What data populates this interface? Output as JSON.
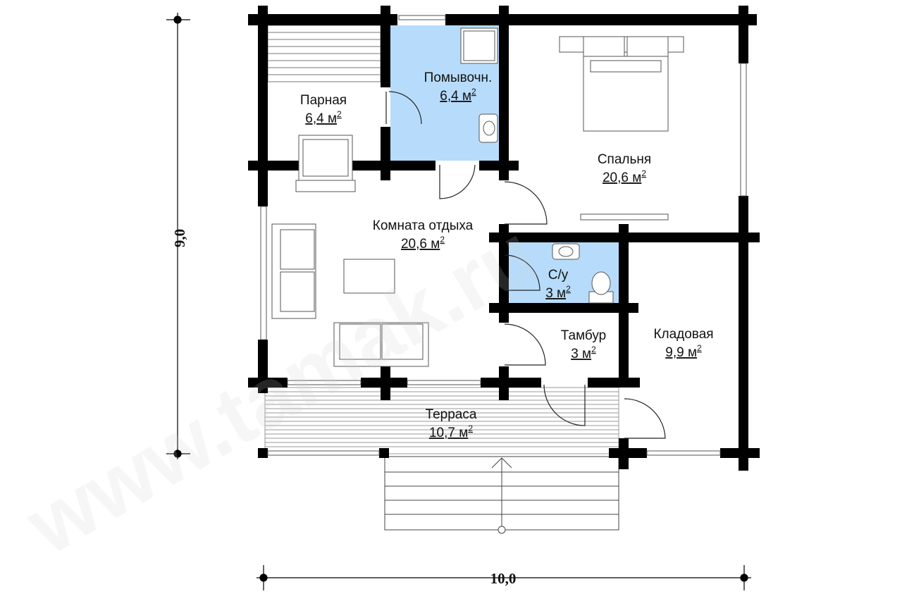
{
  "plan": {
    "dimensions": {
      "height_label": "9,0",
      "width_label": "10,0"
    },
    "rooms": [
      {
        "key": "parnaya",
        "name": "Парная",
        "area": "6,4",
        "unit": "м"
      },
      {
        "key": "pomyv",
        "name": "Помывочн.",
        "area": "6,4",
        "unit": "м"
      },
      {
        "key": "spalnya",
        "name": "Спальня",
        "area": "20,6",
        "unit": "м"
      },
      {
        "key": "komnata",
        "name": "Комната отдыха",
        "area": "20,6",
        "unit": "м"
      },
      {
        "key": "su",
        "name": "С/у",
        "area": "3",
        "unit": "м"
      },
      {
        "key": "tambur",
        "name": "Тамбур",
        "area": "3",
        "unit": "м"
      },
      {
        "key": "kladovaya",
        "name": "Кладовая",
        "area": "9,9",
        "unit": "м"
      },
      {
        "key": "terrasa",
        "name": "Терраса",
        "area": "10,7",
        "unit": "м"
      }
    ],
    "superscript": "2",
    "watermark": "www.tamak.ru",
    "colors": {
      "wall": "#000000",
      "wet_zone": "#b7dcfb",
      "furniture_line": "#555555"
    }
  }
}
